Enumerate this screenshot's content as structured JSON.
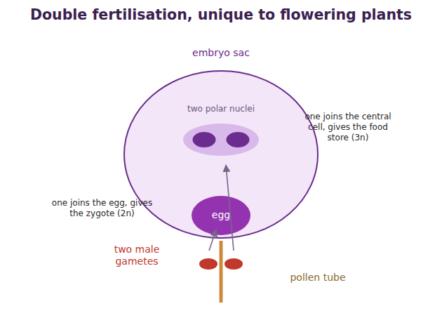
{
  "diagram": {
    "title": "Double fertilisation, unique to flowering plants",
    "nodes": [
      {
        "text": [
          "embryo sac"
        ]
      },
      {
        "text": [
          "two polar nuclei"
        ],
        "in": 0
      },
      {
        "text": [
          "egg"
        ],
        "in": 0
      }
    ],
    "labels": [
      "one joins the central cell, gives the food store (3n)",
      "one joins the egg, gives the zygote (2n)",
      "two male gametes",
      "pollen tube"
    ]
  }
}
